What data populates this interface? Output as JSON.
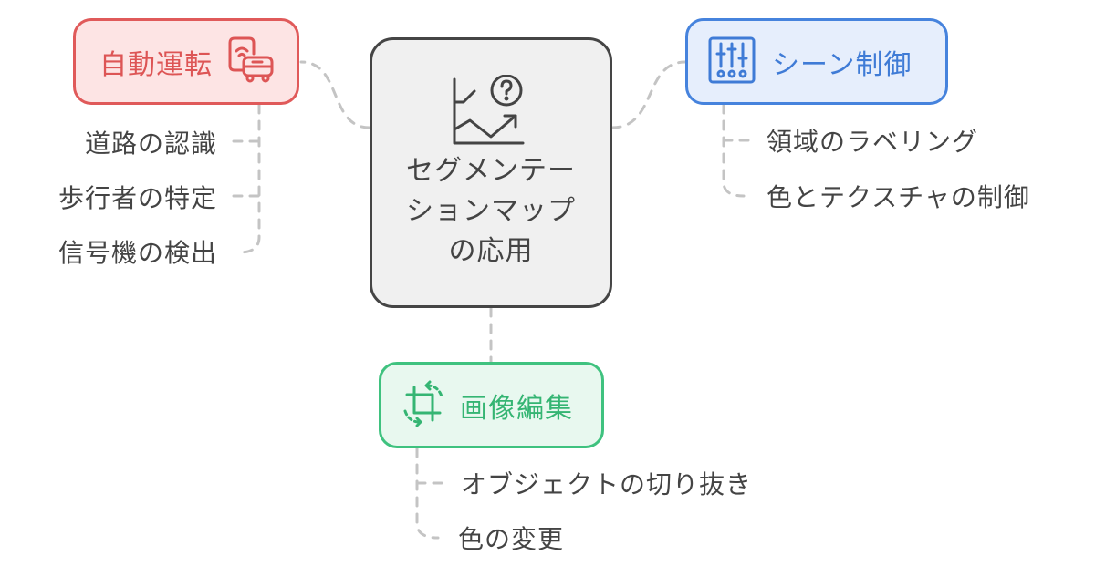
{
  "center": {
    "title": "セグメンテーションマップの応用",
    "icon": "chart-question-icon"
  },
  "branches": [
    {
      "id": "autonomous-driving",
      "label": "自動運転",
      "icon": "phone-bus-icon",
      "color": "#e05a5a",
      "fill": "#fde4e4",
      "children": [
        "道路の認識",
        "歩行者の特定",
        "信号機の検出"
      ]
    },
    {
      "id": "scene-control",
      "label": "シーン制御",
      "icon": "sliders-icon",
      "color": "#4683dd",
      "fill": "#e6eefc",
      "children": [
        "領域のラベリング",
        "色とテクスチャの制御"
      ]
    },
    {
      "id": "image-editing",
      "label": "画像編集",
      "icon": "crop-rotate-icon",
      "color": "#3fc27f",
      "fill": "#e8f8ef",
      "children": [
        "オブジェクトの切り抜き",
        "色の変更"
      ]
    }
  ],
  "connector_color": "#c4c4c4"
}
